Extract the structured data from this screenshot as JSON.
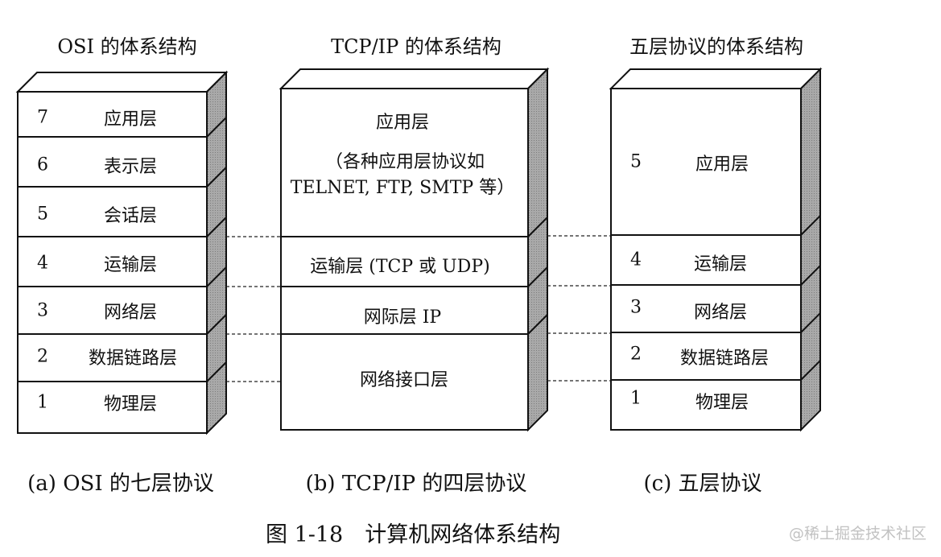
{
  "headings": {
    "osi": "OSI 的体系结构",
    "tcpip": "TCP/IP 的体系结构",
    "five": "五层协议的体系结构"
  },
  "osi_layers": [
    {
      "num": "7",
      "name": "应用层"
    },
    {
      "num": "6",
      "name": "表示层"
    },
    {
      "num": "5",
      "name": "会话层"
    },
    {
      "num": "4",
      "name": "运输层"
    },
    {
      "num": "3",
      "name": "网络层"
    },
    {
      "num": "2",
      "name": "数据链路层"
    },
    {
      "num": "1",
      "name": "物理层"
    }
  ],
  "tcpip_layers": {
    "application": {
      "name": "应用层",
      "desc_line1": "（各种应用层协议如",
      "desc_line2": "TELNET, FTP, SMTP 等）"
    },
    "transport": "运输层 (TCP 或 UDP)",
    "internet": "网际层 IP",
    "network_interface": "网络接口层"
  },
  "five_layers": [
    {
      "num": "5",
      "name": "应用层"
    },
    {
      "num": "4",
      "name": "运输层"
    },
    {
      "num": "3",
      "name": "网络层"
    },
    {
      "num": "2",
      "name": "数据链路层"
    },
    {
      "num": "1",
      "name": "物理层"
    }
  ],
  "captions": {
    "a": "(a) OSI 的七层协议",
    "b": "(b) TCP/IP 的四层协议",
    "c": "(c) 五层协议"
  },
  "figure_title": "图 1-18　计算机网络体系结构",
  "watermark": "@稀土掘金技术社区",
  "colors": {
    "line": "#111111",
    "side_shade": "#a9a9a9",
    "top_face": "#ffffff"
  }
}
